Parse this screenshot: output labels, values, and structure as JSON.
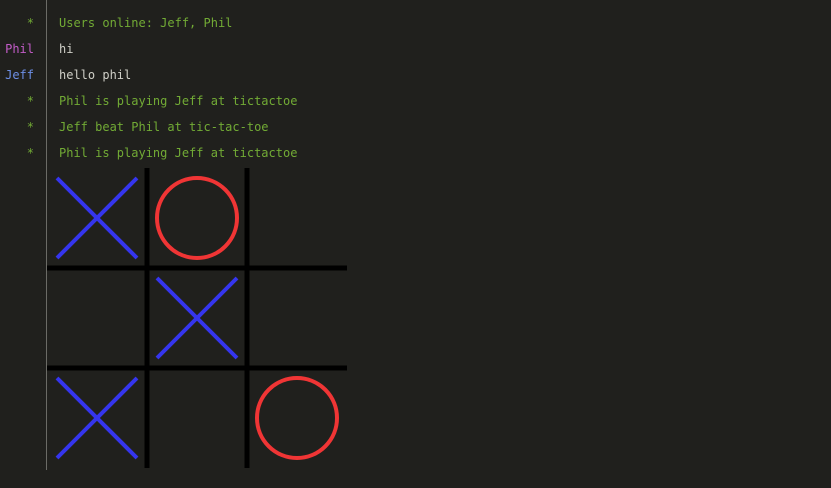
{
  "colors": {
    "background": "#20201d",
    "divider": "#6b6b66",
    "system_text": "#72ab35",
    "user_text": "#cfcfc7",
    "nick_phil": "#c35cc8",
    "nick_jeff": "#6d8fe6",
    "x_mark": "#3535ee",
    "o_mark": "#f03535",
    "grid": "#000000"
  },
  "chat": {
    "messages": [
      {
        "nick": "*",
        "text": "Users online: Jeff, Phil",
        "kind": "system"
      },
      {
        "nick": "Phil",
        "text": "hi",
        "kind": "user"
      },
      {
        "nick": "Jeff",
        "text": "hello phil",
        "kind": "user"
      },
      {
        "nick": "*",
        "text": "Phil is playing Jeff at tictactoe",
        "kind": "system"
      },
      {
        "nick": "*",
        "text": "Jeff beat Phil at tic-tac-toe",
        "kind": "system"
      },
      {
        "nick": "*",
        "text": "Phil is playing Jeff at tictactoe",
        "kind": "system"
      }
    ]
  },
  "game": {
    "board": [
      [
        "X",
        "O",
        ""
      ],
      [
        "",
        "X",
        ""
      ],
      [
        "X",
        "",
        "O"
      ]
    ]
  }
}
